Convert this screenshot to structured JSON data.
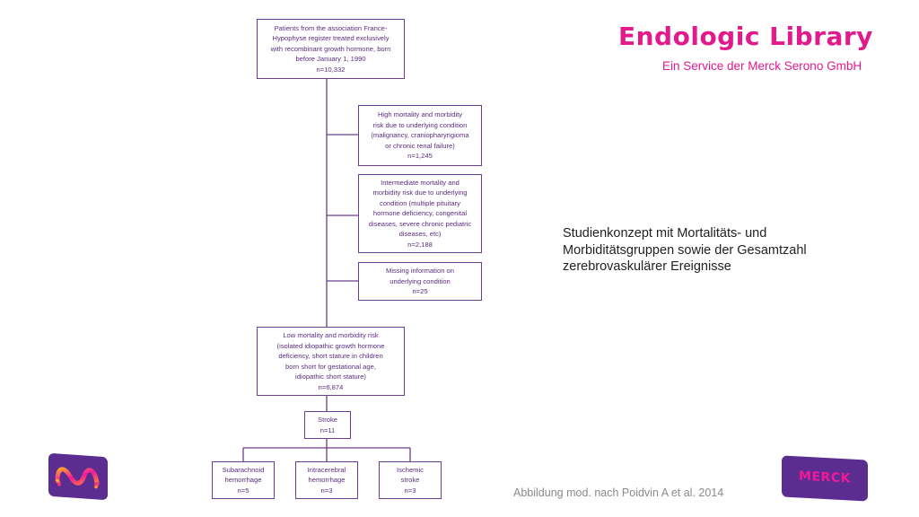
{
  "header": {
    "title": "Endologic Library",
    "subtitle": "Ein Service der Merck Serono GmbH"
  },
  "description": {
    "lines": [
      "Studienkonzept mit Mortalitäts- und",
      "Morbiditätsgruppen sowie der Gesamtzahl",
      "zerebrovaskulärer Ereignisse"
    ]
  },
  "caption": "Abbildung mod. nach Poidvin A et al. 2014",
  "brand": {
    "logo_text": "MERCK",
    "accent": "#e21a8c",
    "purple": "#5b2d91",
    "icon": "merck-m-logo-icon"
  },
  "flowchart": {
    "root": {
      "lines": [
        "Patients from the association France-",
        "Hypophyse register treated exclusively",
        "with recombinant growth hormone, born",
        "before January 1, 1990",
        "n=10,332"
      ]
    },
    "excluded": [
      {
        "lines": [
          "High mortality and morbidity",
          "risk due to underlying condition",
          "(malignancy, craniopharyngioma",
          "or chronic renal failure)",
          "n=1,245"
        ]
      },
      {
        "lines": [
          "Intermediate mortality and",
          "morbidity risk due to underlying",
          "condition (multiple pituitary",
          "hormone deficiency, congenital",
          "diseases, severe chronic pediatric",
          "diseases, etc)",
          "n=2,188"
        ]
      },
      {
        "lines": [
          "Missing information on",
          "underlying condition",
          "n=25"
        ]
      }
    ],
    "low_risk": {
      "lines": [
        "Low mortality and morbidity risk",
        "(isolated idiopathic growth hormone",
        "deficiency, short stature in children",
        "born short for gestational age,",
        "idiopathic short stature)",
        "n=6,874"
      ]
    },
    "stroke": {
      "lines": [
        "Stroke",
        "n=11"
      ]
    },
    "stroke_types": [
      {
        "lines": [
          "Subarachnoid",
          "hemorrhage",
          "n=5"
        ]
      },
      {
        "lines": [
          "Intracerebral",
          "hemorrhage",
          "n=3"
        ]
      },
      {
        "lines": [
          "Ischemic",
          "stroke",
          "n=3"
        ]
      }
    ]
  }
}
